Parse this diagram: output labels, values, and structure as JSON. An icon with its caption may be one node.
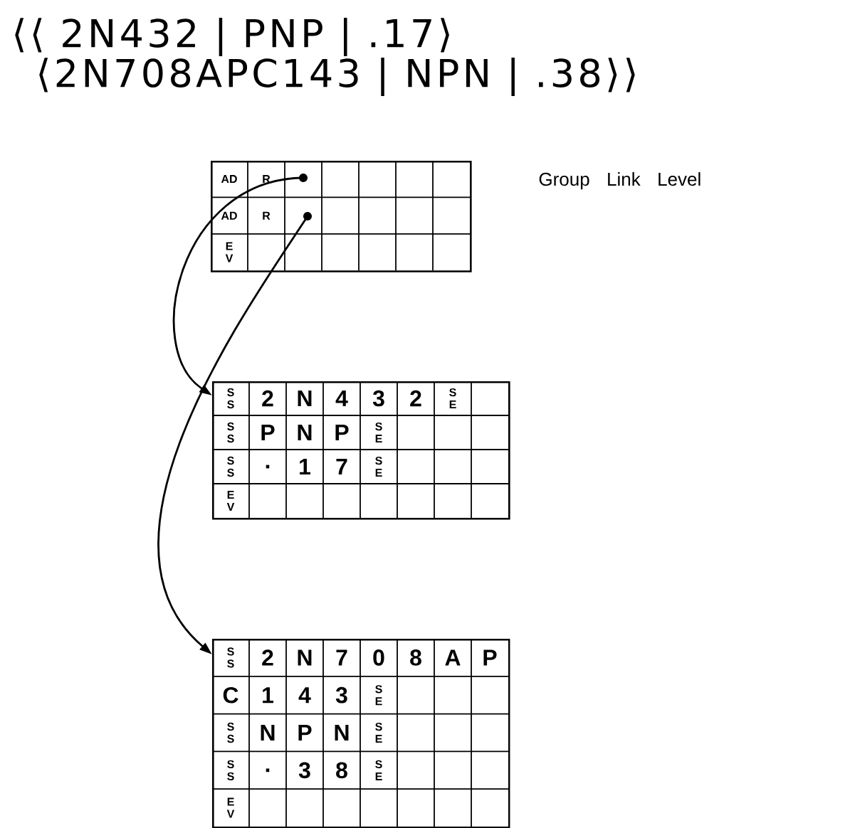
{
  "diagram": {
    "nodes": [
      {
        "text": [
          "AD",
          "R",
          "AD",
          "R",
          "E V"
        ],
        "beside": [
          "Group Link Level"
        ]
      },
      {
        "text": [],
        "shape": "circle",
        "in": 0
      },
      {
        "text": [],
        "shape": "circle",
        "in": 0
      },
      {
        "text": [
          "S S",
          "2",
          "N",
          "4",
          "3",
          "2",
          "S E",
          "S S",
          "P",
          "N",
          "P",
          "S E",
          "S S",
          ".",
          "1",
          "7",
          "S E",
          "E V"
        ]
      },
      {
        "text": [
          "S S",
          "2",
          "N",
          "7",
          "0",
          "8",
          "A",
          "P",
          "C",
          "1",
          "4",
          "3",
          "S E",
          "S S",
          "N",
          "P",
          "N",
          "S E",
          "S S",
          ".",
          "3",
          "8",
          "S E",
          "E V"
        ]
      }
    ],
    "edges": [
      {
        "from": 1,
        "to": 3,
        "arrow": "to"
      },
      {
        "from": 2,
        "to": 4,
        "arrow": "to"
      }
    ],
    "labels": [
      "⟨⟨ 2N432 | PNP | .17⟩",
      "⟨2N708APC143 | NPN | .38⟩⟩"
    ]
  }
}
